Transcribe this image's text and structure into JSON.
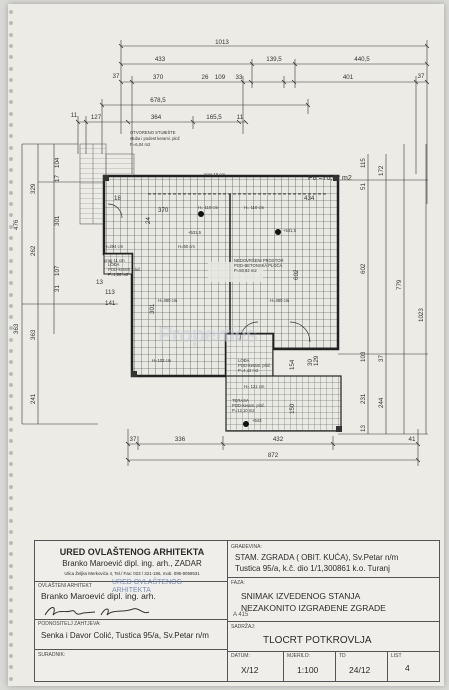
{
  "drawing": {
    "top_dims": {
      "total": "1013",
      "row2": [
        "433",
        "139,5",
        "440,5"
      ],
      "row3": [
        "37",
        "370",
        "26",
        "109",
        "33",
        "401",
        "37"
      ],
      "row4": [
        "678,5"
      ],
      "row5": [
        "11",
        "127",
        "364",
        "165,5",
        "11"
      ]
    },
    "left_dims": [
      "476",
      "104",
      "17",
      "329",
      "301",
      "262",
      "107",
      "31",
      "363",
      "241",
      "363"
    ],
    "right_dims": [
      "115",
      "172",
      "51",
      "779",
      "1023",
      "602",
      "103",
      "37",
      "231",
      "244",
      "13"
    ],
    "inner_dims": [
      "13",
      "113",
      "141",
      "18",
      "24",
      "370",
      "434",
      "602",
      "301",
      "150",
      "154",
      "129",
      "30"
    ],
    "bottom_dims": {
      "row1": [
        "37",
        "336",
        "432",
        "41"
      ],
      "total": "872"
    },
    "stair_label": [
      "OTVORENO STUBIŠTE",
      "stuba i podest kerami. ploč",
      "P=6,04 m2"
    ],
    "area_label": "P8 =70,62 m2",
    "rooms": [
      "NEDOVRŠENI PROSTOR",
      "POD-BETONSKA PLOČA",
      "P=50,82 m2",
      "LOĐA",
      "POD-keram. ploč.",
      "P=1,66 m2",
      "LOĐA",
      "POD-keram. ploč.",
      "P=4,42 m2",
      "TERASA",
      "POD-keram. ploč.",
      "P=12,10 m2"
    ],
    "levels": [
      "+531,5",
      "+531,5",
      "+543"
    ],
    "openings": [
      "prag 10 cm",
      "prag 11 cm",
      "H=294 cm",
      "H=380 cm",
      "H=380 cm",
      "H= 110 cm",
      "H= 110 cm",
      "H=50 cm",
      "H=103 cm",
      "H= 121 cm"
    ],
    "watermark": "Properties"
  },
  "title_block": {
    "office_title": "URED OVLAŠTENOG ARHITEKTA",
    "architect_line": "Branko Maroević dipl. ing. arh., ZADAR",
    "address_line": "Ulica Željka Merkovića 4, Tel./ Fax: 023 / 321-186, mob. 095-9059531",
    "building_label": "GRAĐEVINA:",
    "building_line1": "STAM. ZGRADA ( OBIT. KUĆA), Sv.Petar n/m",
    "building_line2": "Tustica 95/a, k.č. dio 1/1,300861 k.o. Turanj",
    "architect_label": "OVLAŠTENI ARHITEKT",
    "architect_name": "Branko Maroević dipl. ing. arh.",
    "phase_label": "FAZA:",
    "phase_line1": "SNIMAK IZVEDENOG STANJA",
    "phase_line2": "NEZAKONITO IZGRAĐENE ZGRADE",
    "stamp_lines": [
      "UREĐ OVLAŠTENOG",
      "ARHITEKTA"
    ],
    "stamp_code": "A 415",
    "client_label": "PODNOSITELJ ZAHTJEVA:",
    "client_line": "Senka i Davor Colić, Tustica 95/a, Sv.Petar n/m",
    "content_label": "SADRŽAJ:",
    "content_value": "TLOCRT POTKROVLJA",
    "associate_label": "SURADNIK:",
    "date_label": "DATUM:",
    "date_value": "X/12",
    "scale_label": "MJERILO:",
    "scale_value": "1:100",
    "td_label": "TD",
    "td_value": "24/12",
    "sheet_label": "LIST",
    "sheet_value": "4"
  }
}
